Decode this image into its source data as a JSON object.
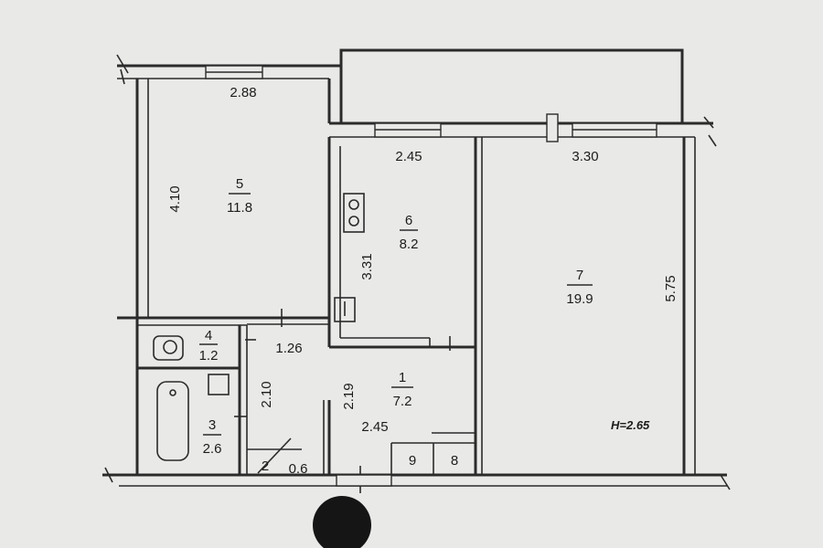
{
  "plan": {
    "ceiling_height": "H=2.65",
    "dimensions": {
      "room5_width": "2.88",
      "room5_depth": "4.10",
      "kitchen_width": "2.45",
      "kitchen_depth": "3.31",
      "living_width": "3.30",
      "living_depth": "5.75",
      "hall_upper": "1.26",
      "bath_depth": "2.10",
      "hall_depth": "2.19",
      "hall_width": "2.45"
    },
    "rooms": [
      {
        "number": "5",
        "area": "11.8"
      },
      {
        "number": "6",
        "area": "8.2"
      },
      {
        "number": "7",
        "area": "19.9"
      },
      {
        "number": "4",
        "area": "1.2"
      },
      {
        "number": "3",
        "area": "2.6"
      },
      {
        "number": "1",
        "area": "7.2"
      },
      {
        "number": "2",
        "area": "0.6"
      },
      {
        "number": "9",
        "area": ""
      },
      {
        "number": "8",
        "area": ""
      }
    ]
  }
}
